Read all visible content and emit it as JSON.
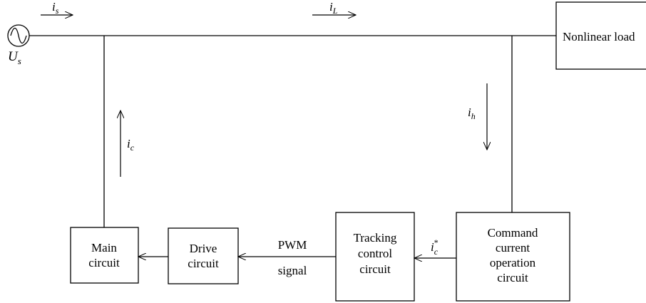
{
  "source": {
    "current": "i",
    "current_sub": "s",
    "voltage": "U",
    "voltage_sub": "s"
  },
  "line_current": {
    "sym": "i",
    "sub": "L"
  },
  "harmonic_current": {
    "sym": "i",
    "sub": "h"
  },
  "comp_current": {
    "sym": "i",
    "sub": "c"
  },
  "command_current": {
    "sym": "i",
    "sub": "c",
    "sup": "*"
  },
  "blocks": {
    "load": "Nonlinear load",
    "main": [
      "Main",
      "circuit"
    ],
    "drive": [
      "Drive",
      "circuit"
    ],
    "tracking": [
      "Tracking",
      "control",
      "circuit"
    ],
    "command": [
      "Command",
      "current",
      "operation",
      "circuit"
    ]
  },
  "pwm": [
    "PWM",
    "signal"
  ]
}
